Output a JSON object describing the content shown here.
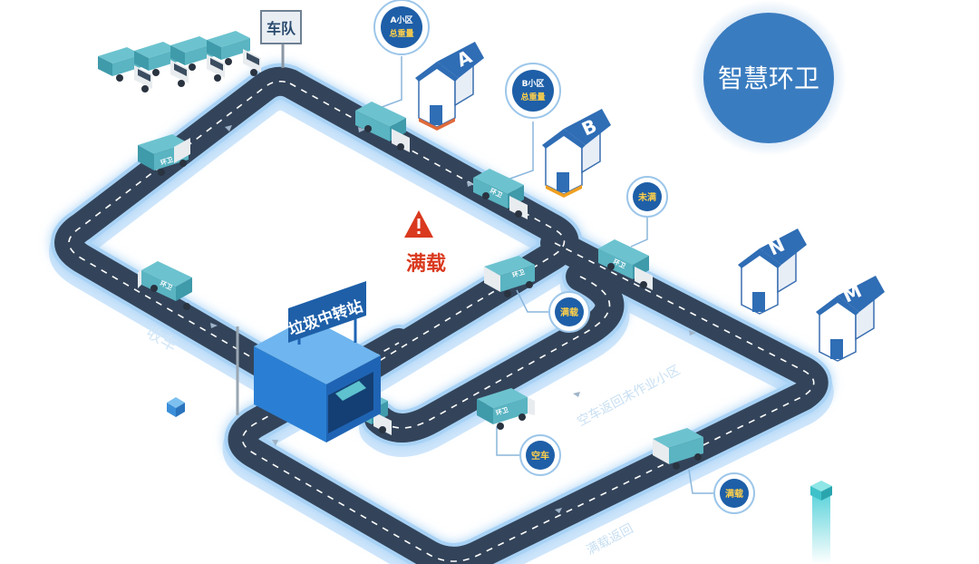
{
  "title": "智慧环卫",
  "fleet_sign": "车队",
  "station_sign": "垃圾中转站",
  "warning_text": "满载",
  "community_a": {
    "letter": "A",
    "bubble_line1": "A小区",
    "bubble_line2": "总重量"
  },
  "community_b": {
    "letter": "B",
    "bubble_line1": "B小区",
    "bubble_line2": "总重量"
  },
  "community_n": {
    "letter": "N"
  },
  "community_m": {
    "letter": "M"
  },
  "status_not_full": "未满",
  "status_full_1": "满载",
  "status_full_2": "满载",
  "status_empty": "空车",
  "road_label_collect": "收车",
  "road_label_return": "空车返回未作业小区",
  "road_label_bottom": "满载返回",
  "truck_label": "环卫",
  "colors": {
    "road": "#33445a",
    "road_edge": "#b9d9f5",
    "glow": "#7fc4f2",
    "accent_blue": "#1f5fa8",
    "station_blue": "#2a7fd4",
    "truck_teal": "#4ca8b8",
    "warning_red": "#d9391e",
    "title_circle": "#3a7cc0"
  }
}
